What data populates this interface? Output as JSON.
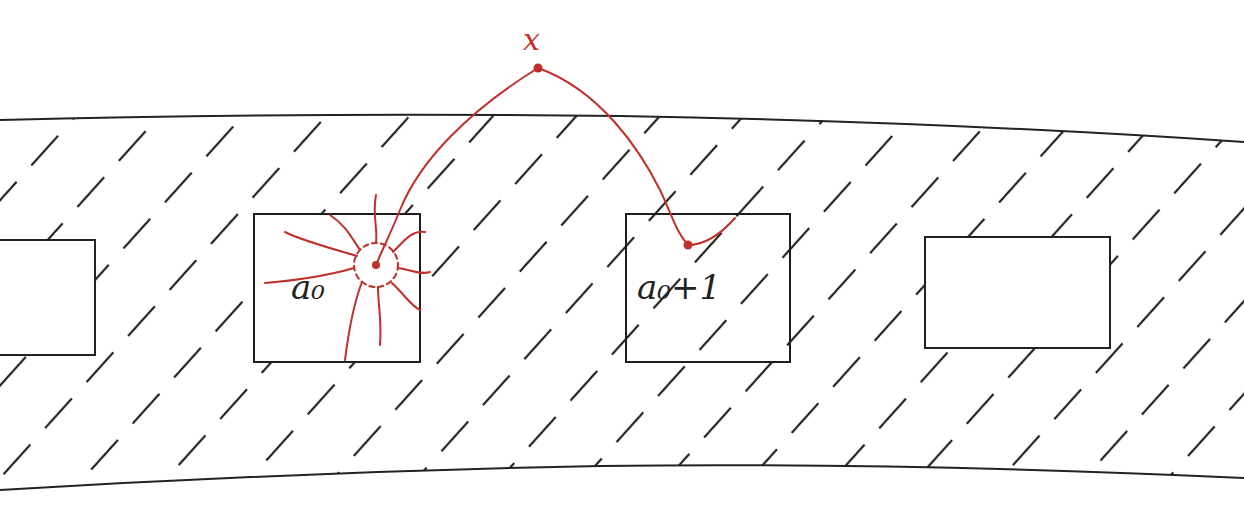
{
  "diagram": {
    "nodes": [
      {
        "text": [
          "a₀"
        ]
      },
      {
        "text": [
          "a₀+1"
        ]
      }
    ],
    "labels": [
      "x"
    ]
  }
}
